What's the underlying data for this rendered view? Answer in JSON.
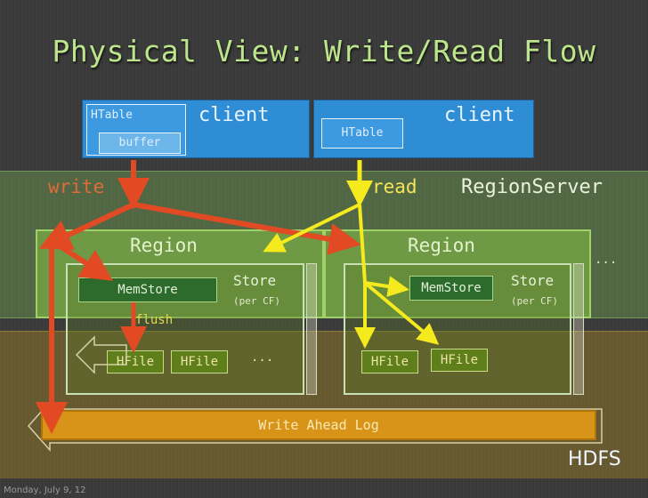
{
  "title": "Physical View: Write/Read Flow",
  "clients": [
    {
      "htable": "HTable",
      "buffer": "buffer",
      "label": "client"
    },
    {
      "htable": "HTable",
      "label": "client"
    }
  ],
  "flow": {
    "write": "write",
    "read": "read",
    "flush": "flush"
  },
  "region_server": {
    "label": "RegionServer"
  },
  "regions": [
    {
      "label": "Region",
      "memstore": "MemStore",
      "store": "Store",
      "store_sub": "(per CF)",
      "hfiles": [
        "HFile",
        "HFile",
        "..."
      ]
    },
    {
      "label": "Region",
      "memstore": "MemStore",
      "store": "Store",
      "store_sub": "(per CF)",
      "hfiles": [
        "HFile",
        "HFile"
      ]
    }
  ],
  "more": "...",
  "wal": "Write Ahead Log",
  "hdfs": "HDFS",
  "footer_date": "Monday, July 9, 12",
  "colors": {
    "write_arrow": "#e24a24",
    "read_arrow": "#f5ea1e",
    "client": "#2f8dd6",
    "region": "#8fc25a",
    "wal": "#d89418"
  }
}
